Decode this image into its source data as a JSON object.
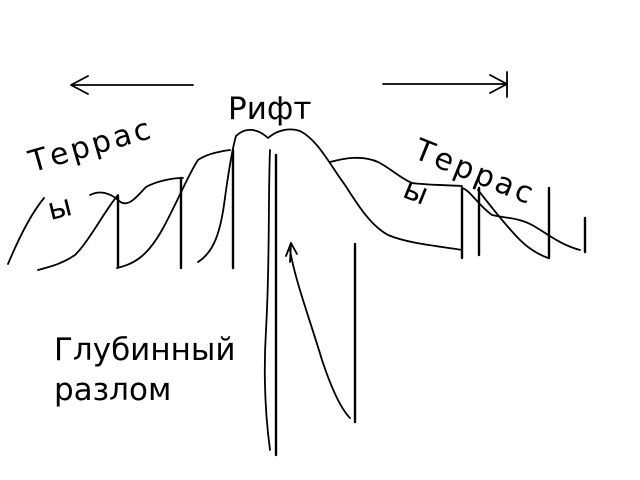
{
  "labels": {
    "rift": "Рифт",
    "terraces_left_line1": "Террас",
    "terraces_left_line2": "ы",
    "terraces_right_line1": "Террас",
    "terraces_right_line2": "ы",
    "fault_line1": "Глубинный",
    "fault_line2": "разлом"
  },
  "colors": {
    "background": "#ffffff",
    "ink": "#000000"
  }
}
